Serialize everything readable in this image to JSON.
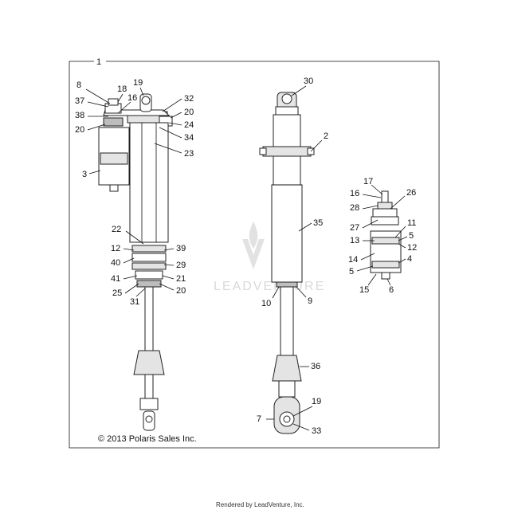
{
  "copyright": "© 2013 Polaris Sales Inc.",
  "footer": "Rendered by LeadVenture, Inc.",
  "watermark": "LEADVENTURE",
  "callouts": {
    "c1": "1",
    "c2": "2",
    "c3": "3",
    "c4": "4",
    "c5a": "5",
    "c5b": "5",
    "c6": "6",
    "c7": "7",
    "c8": "8",
    "c9": "9",
    "c10": "10",
    "c11": "11",
    "c12a": "12",
    "c12b": "12",
    "c13": "13",
    "c14": "14",
    "c15": "15",
    "c16a": "16",
    "c16b": "16",
    "c17": "17",
    "c18": "18",
    "c19a": "19",
    "c19b": "19",
    "c20a": "20",
    "c20b": "20",
    "c20c": "20",
    "c21": "21",
    "c22": "22",
    "c23": "23",
    "c24": "24",
    "c25": "25",
    "c26": "26",
    "c27": "27",
    "c28": "28",
    "c29": "29",
    "c30": "30",
    "c31": "31",
    "c32": "32",
    "c33": "33",
    "c34": "34",
    "c35": "35",
    "c36": "36",
    "c37": "37",
    "c38": "38",
    "c39": "39",
    "c40": "40",
    "c41": "41"
  }
}
